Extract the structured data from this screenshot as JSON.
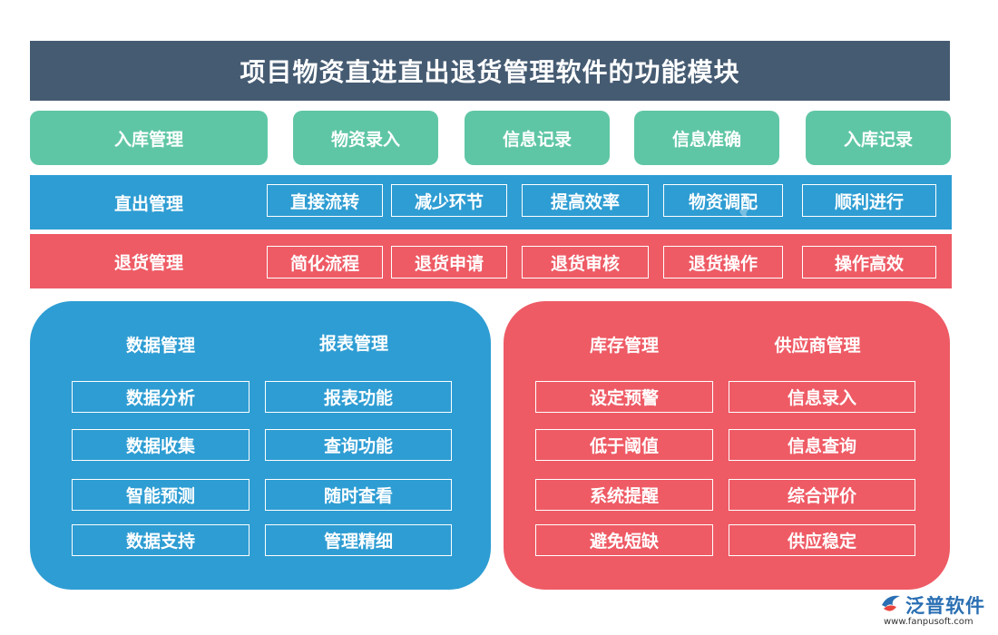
{
  "title": "项目物资直进直出退货管理软件的功能模块",
  "top_row": [
    "入库管理",
    "物资录入",
    "信息记录",
    "信息准确",
    "入库记录"
  ],
  "direct_out": {
    "heading": "直出管理",
    "items": [
      "直接流转",
      "减少环节",
      "提高效率",
      "物资调配",
      "顺利进行"
    ]
  },
  "returns": {
    "heading": "退货管理",
    "items": [
      "简化流程",
      "退货申请",
      "退货审核",
      "退货操作",
      "操作高效"
    ]
  },
  "left_panel": {
    "col1": {
      "heading": "数据管理",
      "items": [
        "数据分析",
        "数据收集",
        "智能预测",
        "数据支持"
      ]
    },
    "col2": {
      "heading": "报表管理",
      "items": [
        "报表功能",
        "查询功能",
        "随时查看",
        "管理精细"
      ]
    }
  },
  "right_panel": {
    "col1": {
      "heading": "库存管理",
      "items": [
        "设定预警",
        "低于阈值",
        "系统提醒",
        "避免短缺"
      ]
    },
    "col2": {
      "heading": "供应商管理",
      "items": [
        "信息录入",
        "信息查询",
        "综合评价",
        "供应稳定"
      ]
    }
  },
  "logo": {
    "name": "泛普软件",
    "url": "www.fanpusoft.com",
    "icon": "fanpu-logo-icon"
  },
  "colors": {
    "title_bg": "#455b72",
    "green": "#5fc6a5",
    "blue": "#2e9dd3",
    "red": "#ee5b65"
  }
}
